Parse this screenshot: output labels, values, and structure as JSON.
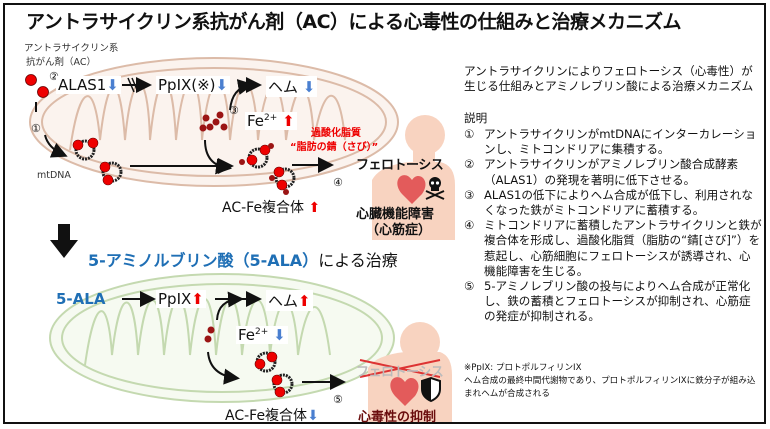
{
  "title": "アントラサイクリン系抗がん剤（AC）による心毒性の仕組みと治療メカニズム",
  "top": {
    "drug_line1": "アントラサイクリン系",
    "drug_line2": "抗がん剤（AC）",
    "step2": "②",
    "alas1": "ALAS1",
    "ppix": "PpIX(※)",
    "heme": "ヘム",
    "step1": "①",
    "mtdna": "mtDNA",
    "step3": "③",
    "fe": "Fe",
    "fe_sup": "2+",
    "lipid1": "過酸化脂質",
    "lipid2": "“脂肪の錆（さび）”",
    "ferroptosis": "フェロトーシス",
    "step4": "④",
    "complex": "AC-Fe複合体",
    "damage1": "心臓機能障害",
    "damage2": "（心筋症）"
  },
  "treatment": {
    "heading_blue": "5-アミノルブリン酸（5-ALA）",
    "heading_black": "による治療",
    "ala": "5-ALA",
    "ppix": "PpIX",
    "heme": "ヘム",
    "fe": "Fe",
    "fe_sup": "2+",
    "ferroptosis": "フェロトーシス",
    "step5": "⑤",
    "complex": "AC-Fe複合体",
    "result": "心毒性の抑制"
  },
  "panel": {
    "intro": "アントラサイクリンによりフェロトーシス（心毒性）が生じる仕組みとアミノレブリン酸による治療メカニズム",
    "heading": "説明",
    "items": [
      {
        "n": "①",
        "text": "アントラサイクリンがmtDNAにインターカレーションし、ミトコンドリアに集積する。"
      },
      {
        "n": "②",
        "text": "アントラサイクリンがアミノレブリン酸合成酵素（ALAS1）の発現を著明に低下させる。"
      },
      {
        "n": "③",
        "text": "ALAS1の低下によりヘム合成が低下し、利用されなくなった鉄がミトコンドリアに蓄積する。"
      },
      {
        "n": "④",
        "text": "ミトコンドリアに蓄積したアントラサイクリンと鉄が複合体を形成し、過酸化脂質（脂肪の“錆[さび]”）を惹起し、心筋細胞にフェロトーシスが誘導され、心機能障害を生じる。"
      },
      {
        "n": "⑤",
        "text": "5-アミノレブリン酸の投与によりヘム合成が正常化し、鉄の蓄積とフェロトーシスが抑制され、心筋症の発症が抑制される。"
      }
    ],
    "footnote1": "※PpIX: プロトポルフィリンIX",
    "footnote2": "ヘム合成の最終中間代謝物であり、プロトポルフィリンIXに鉄分子が組み込まれヘムが合成される"
  },
  "colors": {
    "up": "#e60000",
    "down": "#4a7fd0",
    "blue_text": "#1f6fb5",
    "mito_top": "#dcbba8",
    "mito_bottom": "#c4d9b0",
    "skin": "#f8d3c0"
  }
}
